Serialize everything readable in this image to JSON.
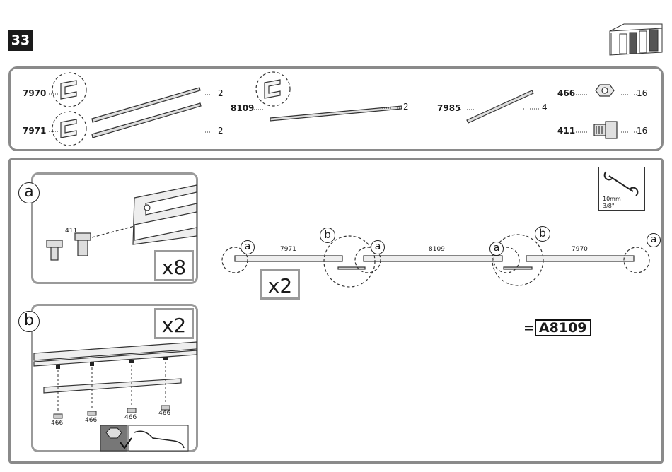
{
  "step_number": "33",
  "parts": {
    "p7970": {
      "code": "7970",
      "qty": "2"
    },
    "p7971": {
      "code": "7971",
      "qty": "2"
    },
    "p8109": {
      "code": "8109",
      "qty": "2"
    },
    "p7985": {
      "code": "7985",
      "qty": "4"
    },
    "p466": {
      "code": "466",
      "qty": "16"
    },
    "p411": {
      "code": "411",
      "qty": "16"
    }
  },
  "tool": {
    "size": "10mm",
    "size_imperial": "3/8\""
  },
  "detail_a": {
    "letter": "a",
    "part_code": "411",
    "multiplier": "x8"
  },
  "detail_b": {
    "letter": "b",
    "multiplier": "x2",
    "nut_labels": [
      "466",
      "466",
      "466",
      "466"
    ]
  },
  "assembly": {
    "multiplier": "x2",
    "rail_left": "7971",
    "rail_mid": "8109",
    "rail_right": "7970",
    "letter_a": "a",
    "letter_b": "b",
    "result_prefix": "=",
    "result_code": "A8109"
  },
  "colors": {
    "border": "#8a8a8a",
    "ink": "#1a1a1a"
  }
}
